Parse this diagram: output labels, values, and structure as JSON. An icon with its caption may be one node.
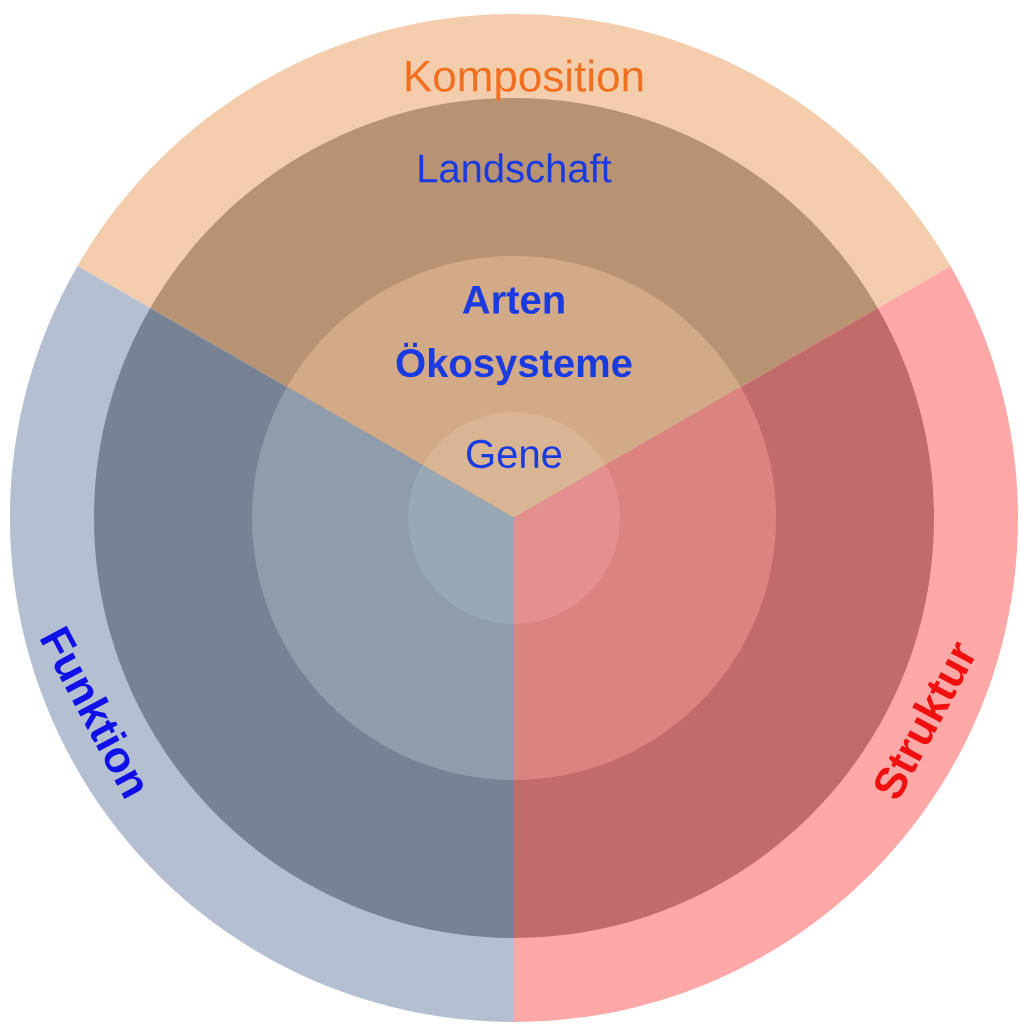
{
  "diagram": {
    "nodes": [
      {
        "text": [
          "Komposition"
        ]
      },
      {
        "text": [
          "Funktion"
        ]
      },
      {
        "text": [
          "Struktur"
        ]
      }
    ],
    "labels": [
      "Landschaft",
      "Arten",
      "Ökosysteme",
      "Gene"
    ]
  }
}
